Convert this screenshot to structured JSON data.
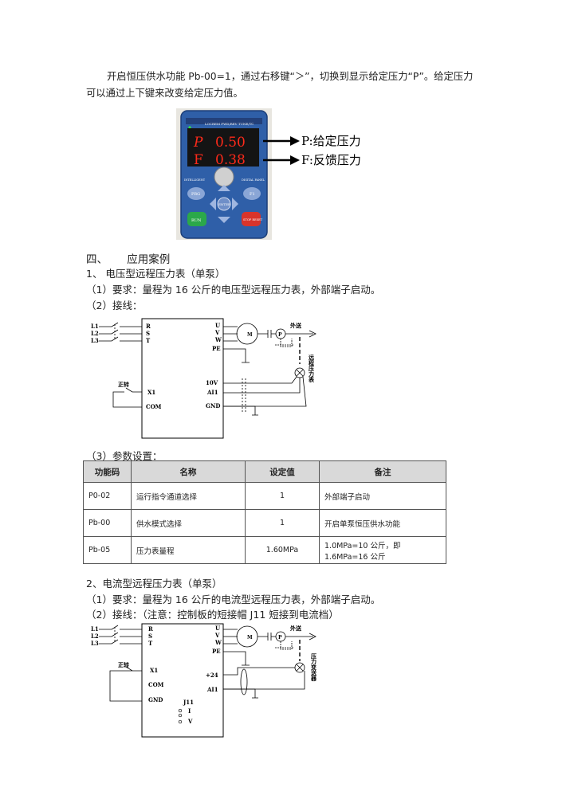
{
  "intro": {
    "line1": "开启恒压供水功能 Pb-00=1，通过右移键“＞”，切换到显示给定压力“P”。给定压力",
    "line2": "可以通过上下键来改变给定压力值。"
  },
  "keypad": {
    "top_labels": "LOCREM FWD/REV TUNE/TC",
    "row1_letter": "P",
    "row1_value": "0.50",
    "row2_letter": "F",
    "row2_value": "0.38",
    "left_mark": "INTELLIGENT",
    "right_mark": "DIGITAL PANEL",
    "btn_prg": "PRG",
    "btn_f1": "F1",
    "btn_enter": "ENTER",
    "btn_run": "RUN",
    "btn_stop": "STOP RESET",
    "annot_p": "P:给定压力",
    "annot_f": "F:反馈压力"
  },
  "section4": {
    "heading_num": "四、",
    "heading": "应用案例",
    "case1_title": "1、 电压型远程压力表（单泵）",
    "case1_req": "（1）要求：量程为 16 公斤的电压型远程压力表，外部端子启动。",
    "case1_wire": "（2）接线：",
    "case1_params": "（3）参数设置："
  },
  "diagram1": {
    "l1": "L1",
    "l2": "L2",
    "l3": "L3",
    "r": "R",
    "s": "S",
    "t": "T",
    "u": "U",
    "v": "V",
    "w": "W",
    "pe": "PE",
    "v10": "10V",
    "ai1": "AI1",
    "gnd": "GND",
    "fwd": "正转",
    "x1": "X1",
    "com": "COM",
    "motor": "M",
    "pump": "P",
    "outlet": "外送",
    "gauge": "远程压力表"
  },
  "table": {
    "headers": [
      "功能码",
      "名称",
      "设定值",
      "备注"
    ],
    "rows": [
      [
        "P0-02",
        "运行指令通道选择",
        "1",
        "外部端子启动"
      ],
      [
        "Pb-00",
        "供水模式选择",
        "1",
        "开启单泵恒压供水功能"
      ],
      [
        "Pb-05",
        "压力表量程",
        "1.60MPa",
        "1.0MPa=10 公斤，即 1.6MPa=16 公斤"
      ]
    ]
  },
  "case2": {
    "title": "2、电流型远程压力表（单泵）",
    "req": "（1）要求：量程为 16 公斤的电流型远程压力表，外部端子启动。",
    "wire": "（2）接线：（注意：控制板的短接帽 J11 短接到电流档）"
  },
  "diagram2": {
    "l1": "L1",
    "l2": "L2",
    "l3": "L3",
    "r": "R",
    "s": "S",
    "t": "T",
    "u": "U",
    "v": "V",
    "w": "W",
    "pe": "PE",
    "fwd": "正转",
    "x1": "X1",
    "com": "COM",
    "gnd": "GND",
    "p24": "+24",
    "ai1": "AI1",
    "j11": "J11",
    "i": "I",
    "v_sel": "V",
    "motor": "M",
    "pump": "P",
    "outlet": "外送",
    "transmitter": "压力变送器"
  }
}
